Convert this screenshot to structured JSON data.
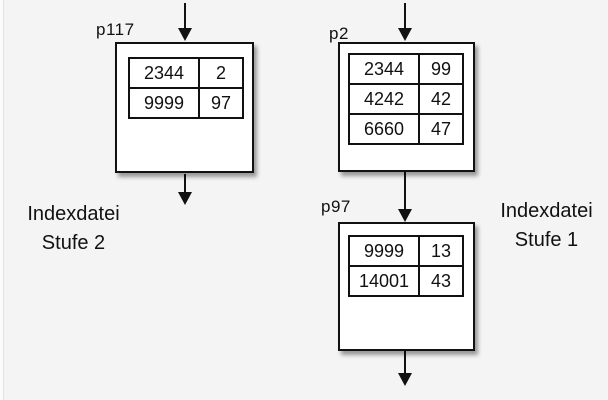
{
  "diagram": {
    "captions": {
      "stufe2": {
        "line1": "Indexdatei",
        "line2": "Stufe 2"
      },
      "stufe1": {
        "line1": "Indexdatei",
        "line2": "Stufe 1"
      }
    },
    "nodes": {
      "p117": {
        "label": "p117",
        "rows": [
          [
            "2344",
            "2"
          ],
          [
            "9999",
            "97"
          ]
        ]
      },
      "p2": {
        "label": "p2",
        "rows": [
          [
            "2344",
            "99"
          ],
          [
            "4242",
            "42"
          ],
          [
            "6660",
            "47"
          ]
        ]
      },
      "p97": {
        "label": "p97",
        "rows": [
          [
            "9999",
            "13"
          ],
          [
            "14001",
            "43"
          ]
        ]
      }
    },
    "colors": {
      "background": "#f4f4f4",
      "line": "#111111",
      "box_fill": "#ffffff"
    }
  }
}
